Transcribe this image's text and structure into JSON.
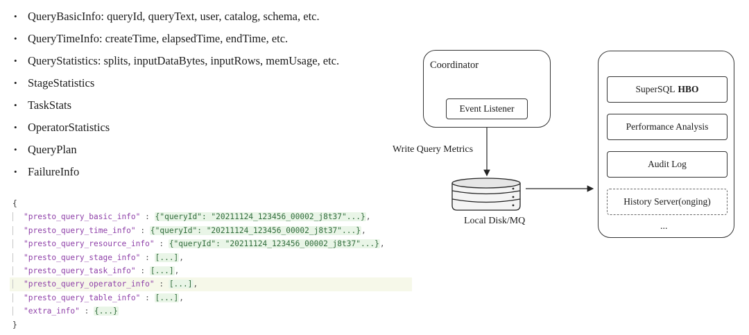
{
  "bullets": [
    "QueryBasicInfo: queryId, queryText, user, catalog, schema, etc.",
    "QueryTimeInfo: createTime, elapsedTime, endTime, etc.",
    "QueryStatistics: splits, inputDataBytes, inputRows, memUsage, etc.",
    "StageStatistics",
    "TaskStats",
    "OperatorStatistics",
    "QueryPlan",
    "FailureInfo"
  ],
  "code": {
    "open": "{",
    "close": "}",
    "lines": [
      {
        "key": "\"presto_query_basic_info\"",
        "sep": " : ",
        "val": "{\"queryId\": \"20211124_123456_00002_j8t37\"...}",
        "tail": ","
      },
      {
        "key": "\"presto_query_time_info\"",
        "sep": " : ",
        "val": "{\"queryId\": \"20211124_123456_00002_j8t37\"...}",
        "tail": ","
      },
      {
        "key": "\"presto_query_resource_info\"",
        "sep": " : ",
        "val": "{\"queryId\": \"20211124_123456_00002_j8t37\"...}",
        "tail": ","
      },
      {
        "key": "\"presto_query_stage_info\"",
        "sep": " : ",
        "val": "[...]",
        "tail": ","
      },
      {
        "key": "\"presto_query_task_info\"",
        "sep": " : ",
        "val": "[...]",
        "tail": ","
      },
      {
        "key": "\"presto_query_operator_info\"",
        "sep": " : ",
        "val": "[...]",
        "tail": ","
      },
      {
        "key": "\"presto_query_table_info\"",
        "sep": " : ",
        "val": "[...]",
        "tail": ","
      },
      {
        "key": "\"extra_info\"",
        "sep": " : ",
        "val": "{...}",
        "tail": ""
      }
    ]
  },
  "diagram": {
    "coordinator": "Coordinator",
    "event_listener": "Event Listener",
    "arrow_label": "Write Query Metrics",
    "disk_label": "Local Disk/MQ",
    "consumers": {
      "supersql_prefix": "SuperSQL",
      "supersql_bold": "HBO",
      "performance": "Performance Analysis",
      "audit": "Audit Log",
      "history": "History Server(onging)",
      "more": "..."
    }
  }
}
